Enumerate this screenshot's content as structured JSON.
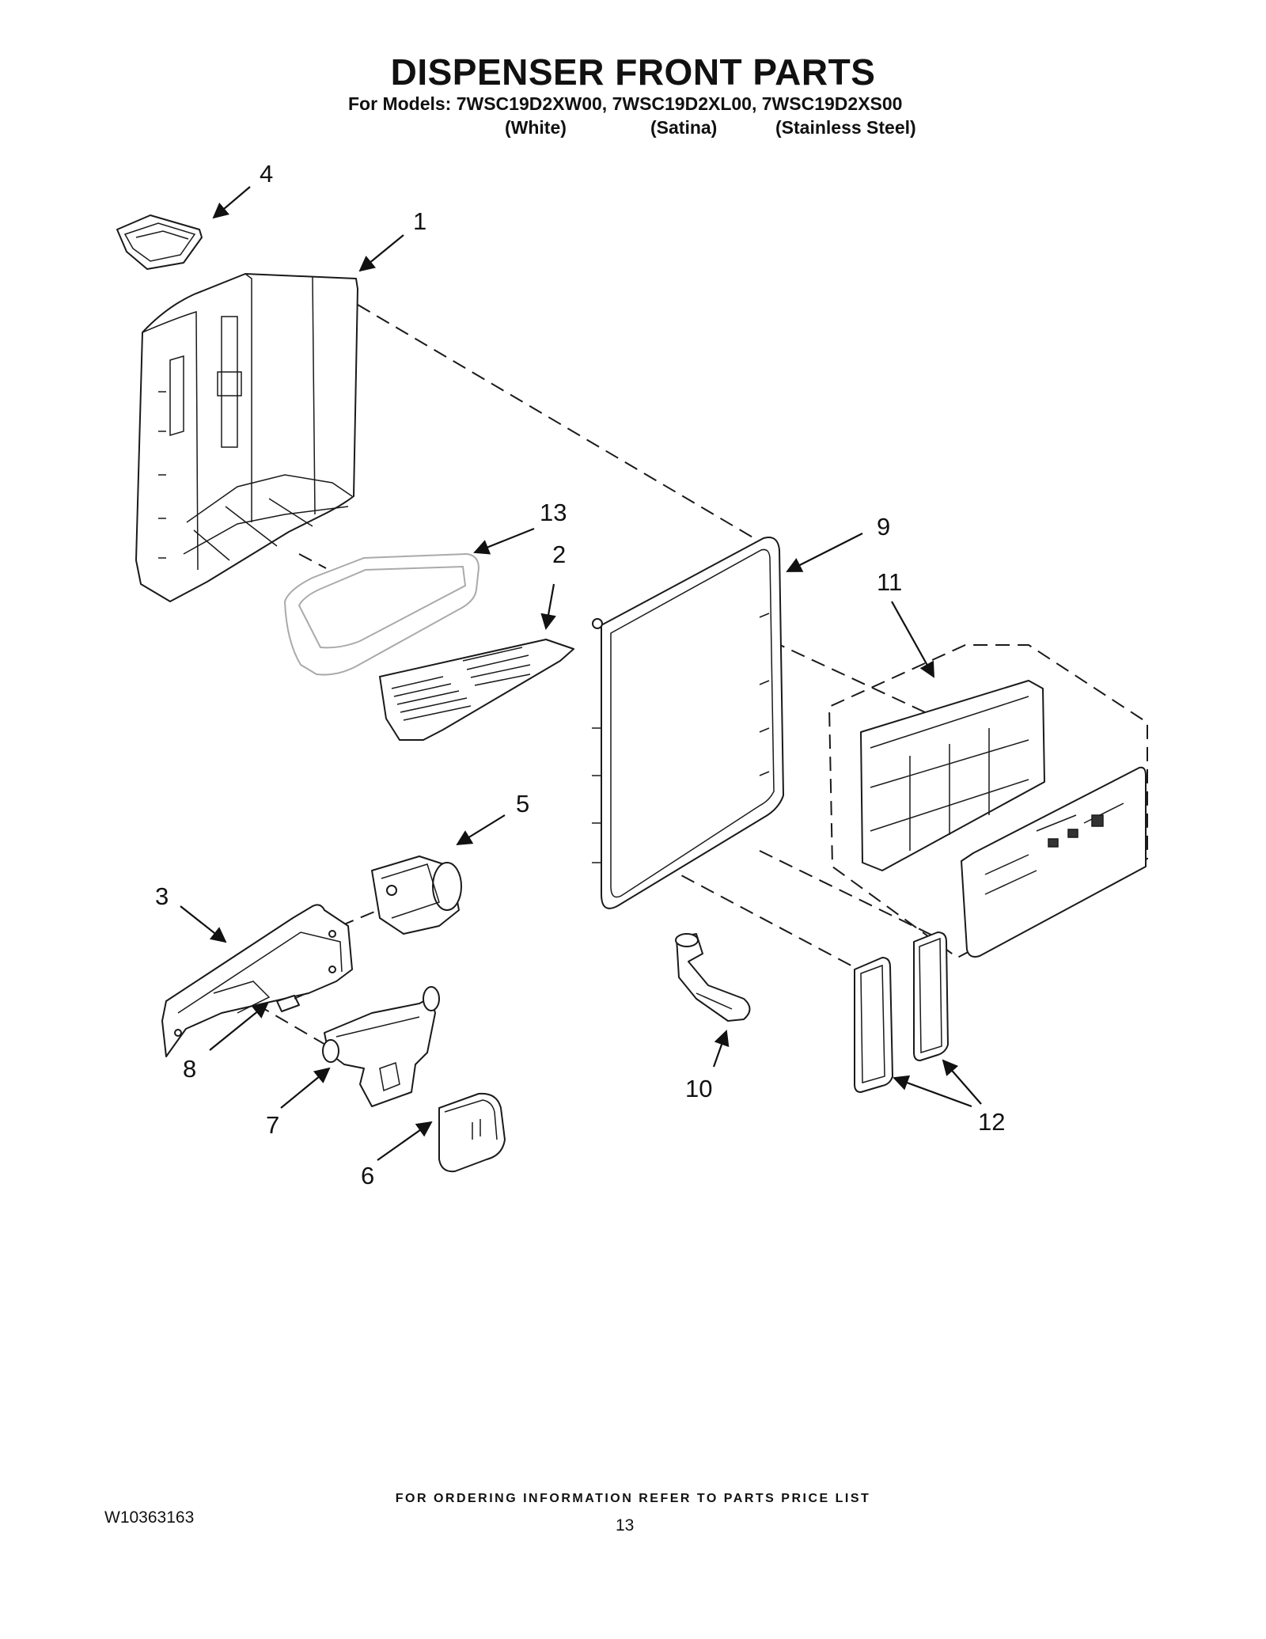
{
  "header": {
    "title": "DISPENSER FRONT PARTS",
    "models_line": "For Models: 7WSC19D2XW00, 7WSC19D2XL00, 7WSC19D2XS00",
    "variants": [
      "(White)",
      "(Satina)",
      "(Stainless Steel)"
    ]
  },
  "callouts": {
    "c1": "1",
    "c2": "2",
    "c3": "3",
    "c4": "4",
    "c5": "5",
    "c6": "6",
    "c7": "7",
    "c8": "8",
    "c9": "9",
    "c10": "10",
    "c11": "11",
    "c12": "12",
    "c13": "13"
  },
  "footer": {
    "ordering_note": "FOR ORDERING INFORMATION REFER TO PARTS PRICE LIST",
    "document_number": "W10363163",
    "page_number": "13"
  }
}
